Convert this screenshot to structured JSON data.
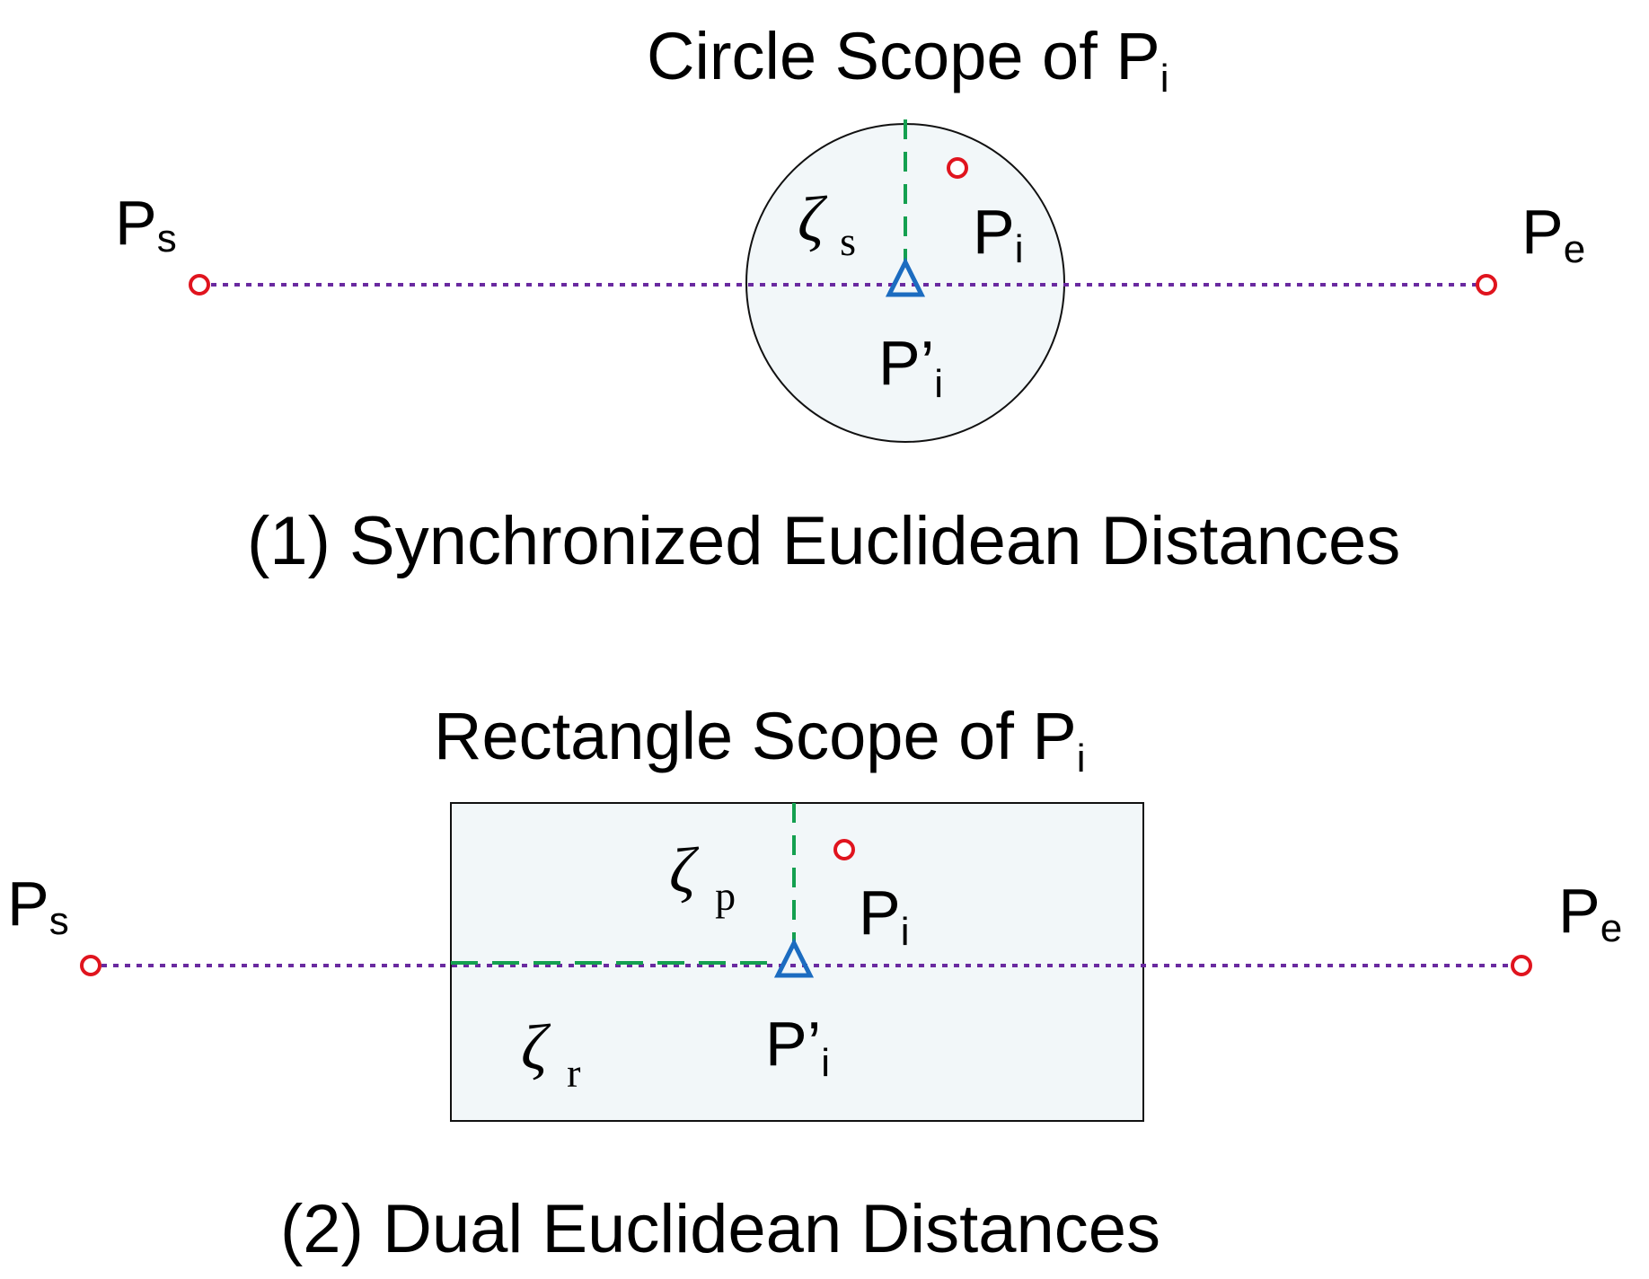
{
  "panel1": {
    "title_main": "Circle Scope of P",
    "title_sub": "i",
    "caption": "(1) Synchronized Euclidean Distances",
    "ps_main": "P",
    "ps_sub": "s",
    "pe_main": "P",
    "pe_sub": "e",
    "pi_main": "P",
    "pi_sub": "i",
    "piprime_main": "P’",
    "piprime_sub": "i",
    "zeta_main": "ζ",
    "zeta_sub": "s"
  },
  "panel2": {
    "title_main": "Rectangle Scope of P",
    "title_sub": "i",
    "caption": "(2) Dual Euclidean Distances",
    "ps_main": "P",
    "ps_sub": "s",
    "pe_main": "P",
    "pe_sub": "e",
    "pi_main": "P",
    "pi_sub": "i",
    "piprime_main": "P’",
    "piprime_sub": "i",
    "zeta_p_main": "ζ",
    "zeta_p_sub": "p",
    "zeta_r_main": "ζ",
    "zeta_r_sub": "r"
  },
  "colors": {
    "point_red": "#e0141e",
    "line_purple": "#6a2aa0",
    "dash_green": "#14a050",
    "triangle_blue": "#1c6cc0",
    "scope_fill": "#f2f7f9",
    "outline": "#111111"
  }
}
